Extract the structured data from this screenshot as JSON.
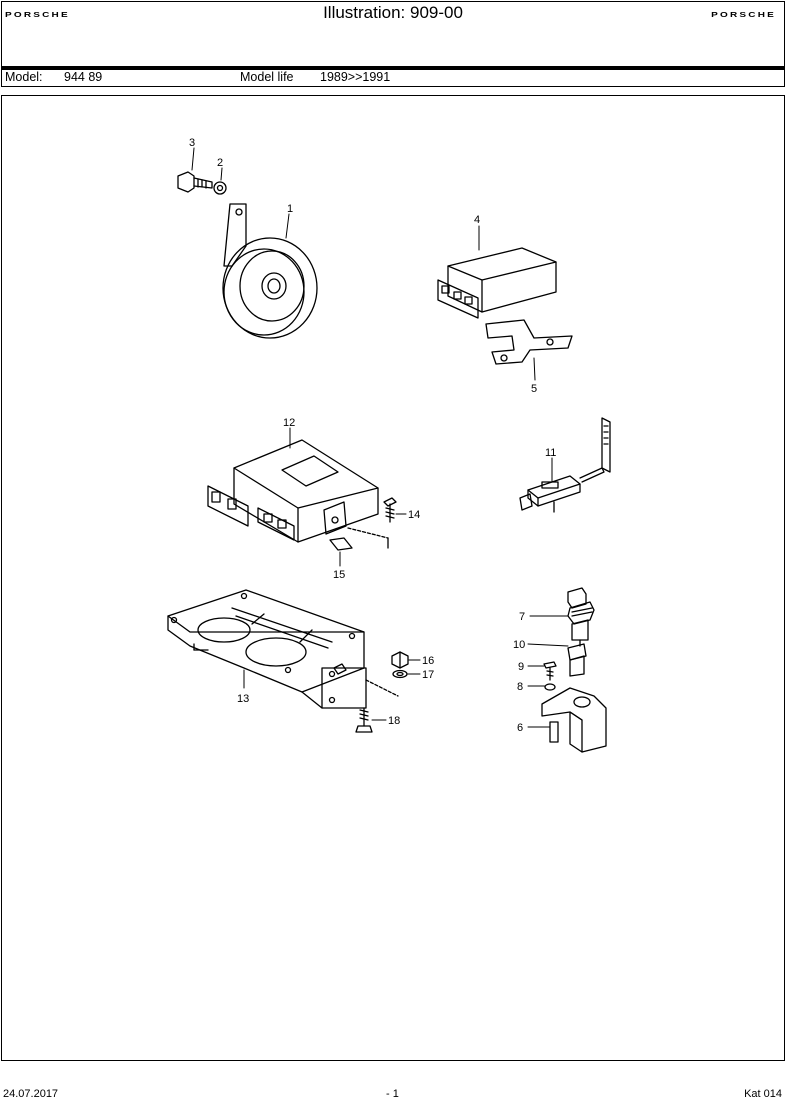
{
  "header": {
    "brand_left": "PORSCHE",
    "brand_right": "PORSCHE",
    "title": "Illustration: 909-00"
  },
  "model_bar": {
    "model_label": "Model:",
    "model_value": "944 89",
    "model_life_label": "Model life",
    "model_life_value": "1989>>1991"
  },
  "diagram": {
    "callouts": [
      "1",
      "2",
      "3",
      "4",
      "5",
      "6",
      "7",
      "8",
      "9",
      "10",
      "11",
      "12",
      "13",
      "14",
      "15",
      "16",
      "17",
      "18"
    ]
  },
  "footer": {
    "date": "24.07.2017",
    "page": "- 1",
    "catalog": "Kat 014"
  }
}
